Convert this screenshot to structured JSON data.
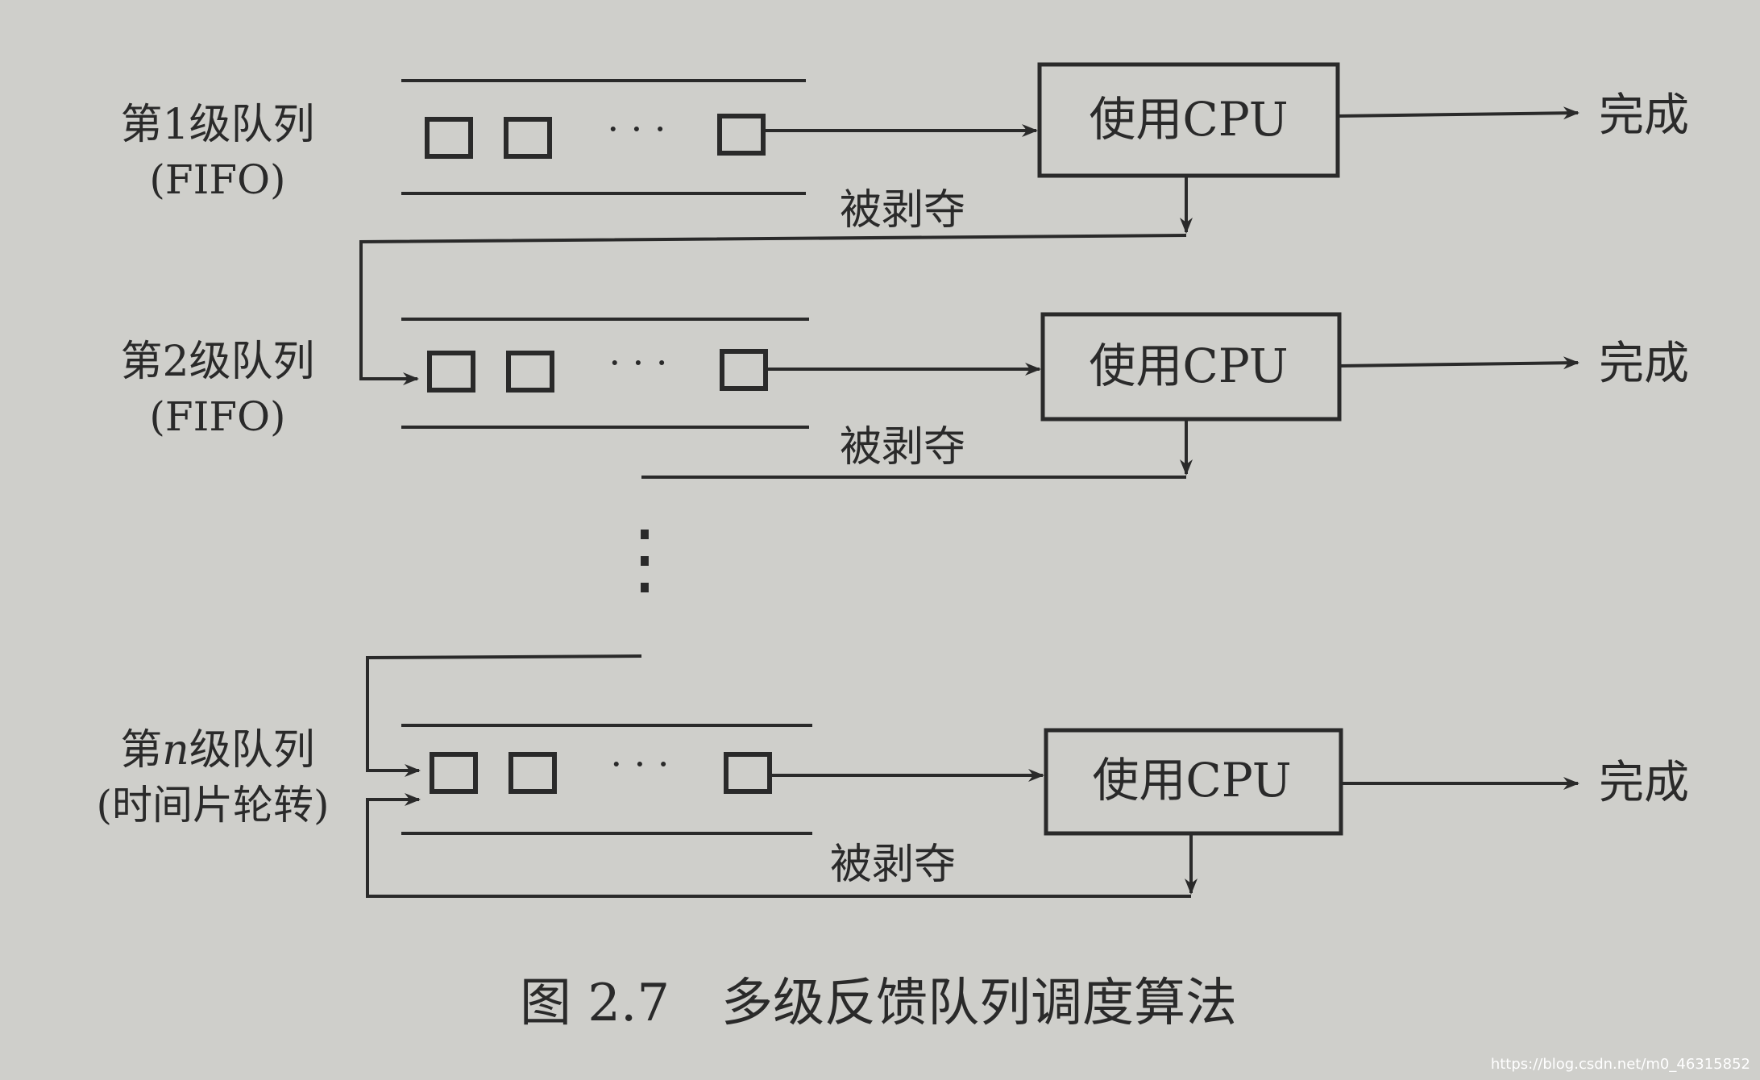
{
  "figure": {
    "caption": "图 2.7　多级反馈队列调度算法",
    "watermark": "https://blog.csdn.net/m0_46315852",
    "levels": [
      {
        "name": "第1级队列",
        "policy": "(FIFO)"
      },
      {
        "name": "第2级队列",
        "policy": "(FIFO)"
      },
      {
        "name_prefix": "第",
        "name_var": "n",
        "name_suffix": "级队列",
        "policy": "(时间片轮转)"
      }
    ],
    "cpu_label": "使用CPU",
    "done_label": "完成",
    "preempt_label": "被剥夺",
    "ellipsis": "· · ·",
    "vertical_ellipsis": "⋮"
  },
  "colors": {
    "paper": "#cfcfcb",
    "ink": "#2a2a2a"
  }
}
